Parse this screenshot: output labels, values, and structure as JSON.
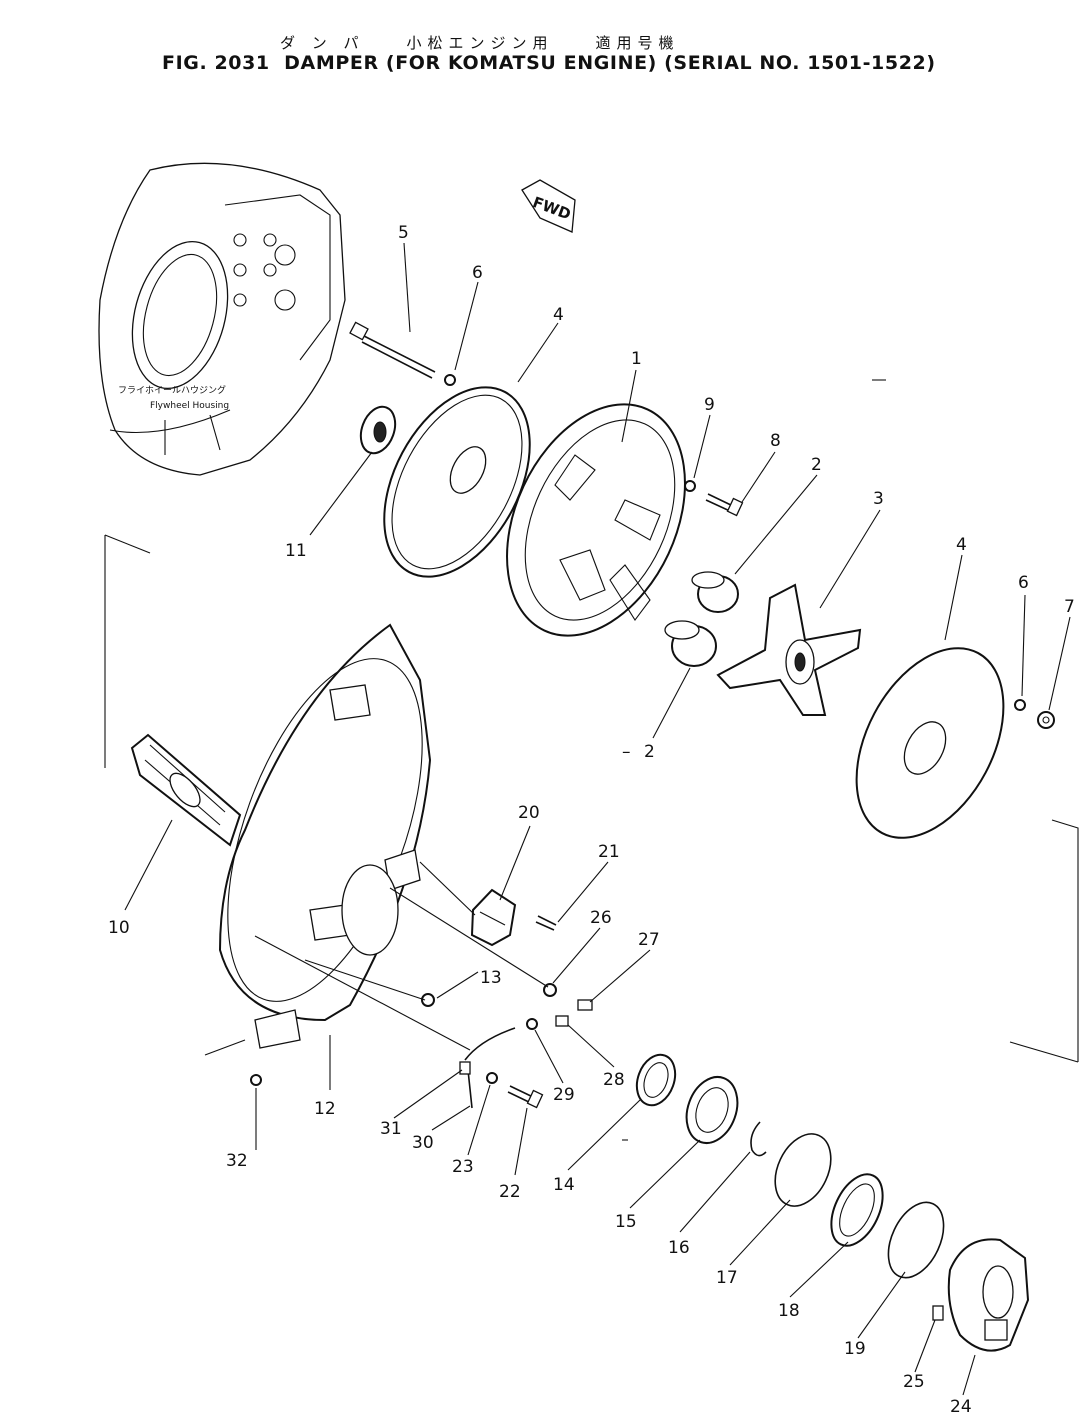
{
  "title": {
    "japanese": "ダ ン パ　　小松エンジン用　　適用号機",
    "main": "FIG. 2031  DAMPER (FOR KOMATSU ENGINE) (SERIAL NO. 1501-1522)"
  },
  "annotations": {
    "housing_jp": "フライホイールハウジング",
    "housing_en": "Flywheel Housing",
    "fwd": "FWD"
  },
  "callouts": [
    "1",
    "2",
    "3",
    "4",
    "5",
    "6",
    "7",
    "8",
    "9",
    "10",
    "11",
    "12",
    "13",
    "14",
    "15",
    "16",
    "17",
    "18",
    "19",
    "20",
    "21",
    "22",
    "23",
    "24",
    "25",
    "26",
    "27",
    "28",
    "29",
    "30",
    "31",
    "32"
  ],
  "callout_extra": {
    "2b": "2",
    "4b": "4",
    "6b": "6",
    "minus": "–"
  }
}
